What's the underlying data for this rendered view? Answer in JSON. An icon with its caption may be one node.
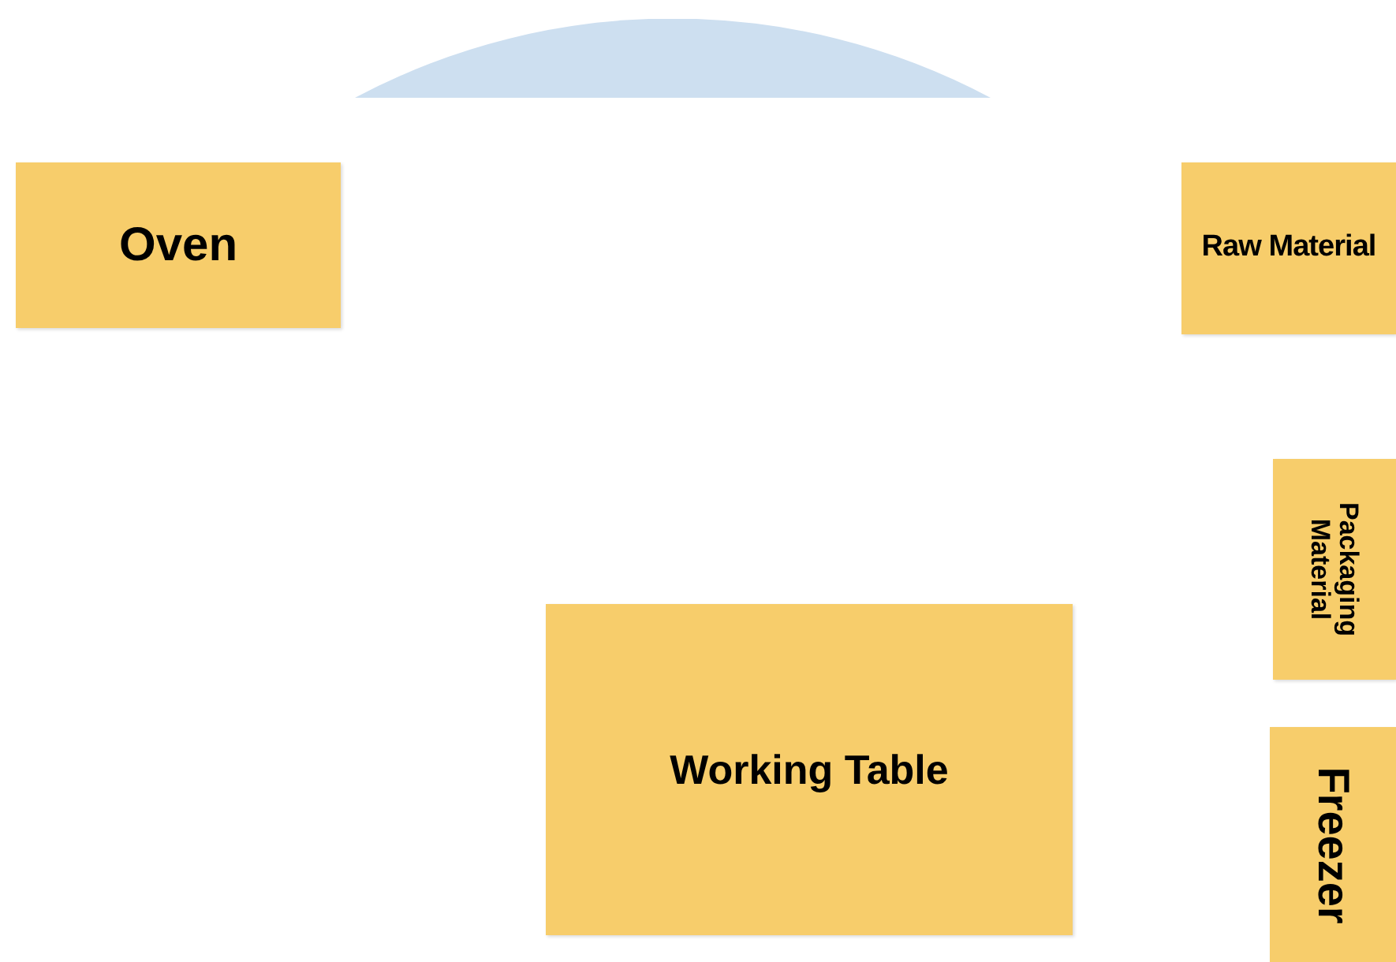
{
  "diagram": {
    "nodes": [
      {
        "text": [],
        "shape": "semicircle"
      },
      {
        "text": [
          "Oven"
        ]
      },
      {
        "text": [
          "Raw Material"
        ]
      },
      {
        "text": [
          "Packaging Material"
        ]
      },
      {
        "text": [
          "Working Table"
        ]
      },
      {
        "text": [
          "Freezer"
        ]
      }
    ]
  }
}
